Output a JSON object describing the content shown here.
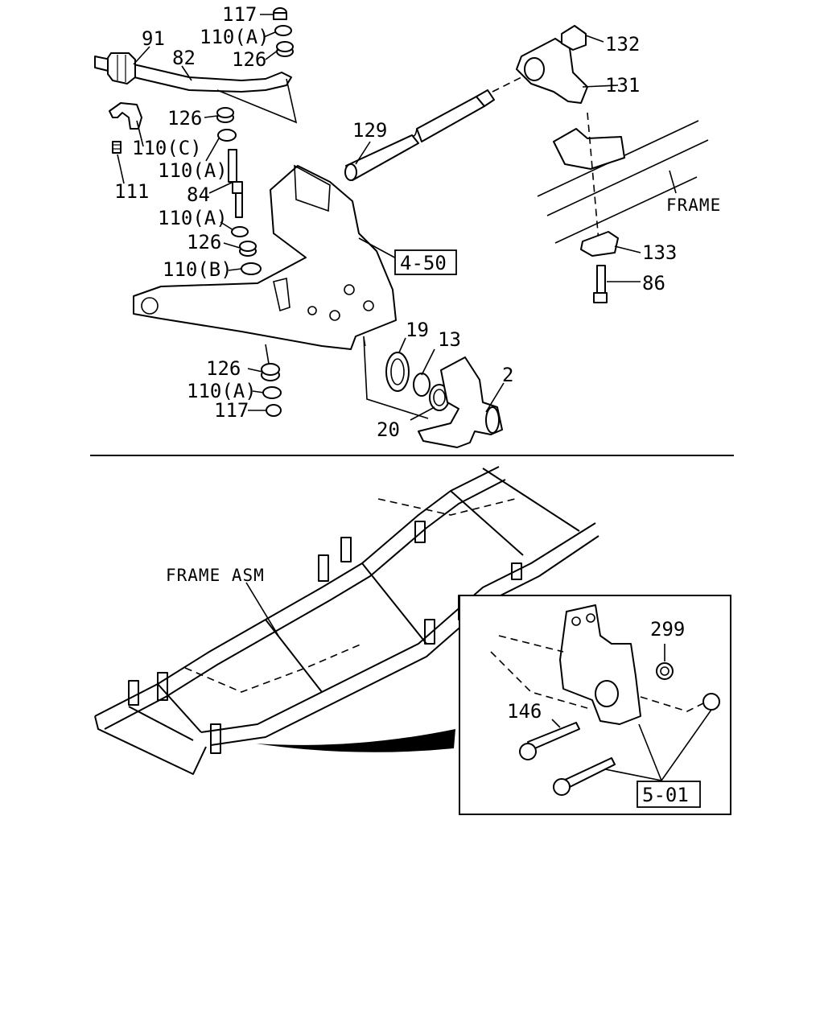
{
  "labels": {
    "p117_top": "117",
    "p110a_1": "110(A)",
    "p91": "91",
    "p82": "82",
    "p126_1": "126",
    "p126_2": "126",
    "p110c": "110(C)",
    "p110a_2": "110(A)",
    "p111": "111",
    "p84": "84",
    "p110a_3": "110(A)",
    "p126_3": "126",
    "p110b": "110(B)",
    "p129": "129",
    "p132": "132",
    "p131": "131",
    "frame": "FRAME",
    "p133": "133",
    "p86": "86",
    "ref_4_50": "4-50",
    "p19": "19",
    "p13": "13",
    "p2": "2",
    "p20": "20",
    "p126_4": "126",
    "p110a_4": "110(A)",
    "p117_bot": "117",
    "frame_asm": "FRAME ASM",
    "p299": "299",
    "p146": "146",
    "ref_5_01": "5-01"
  }
}
